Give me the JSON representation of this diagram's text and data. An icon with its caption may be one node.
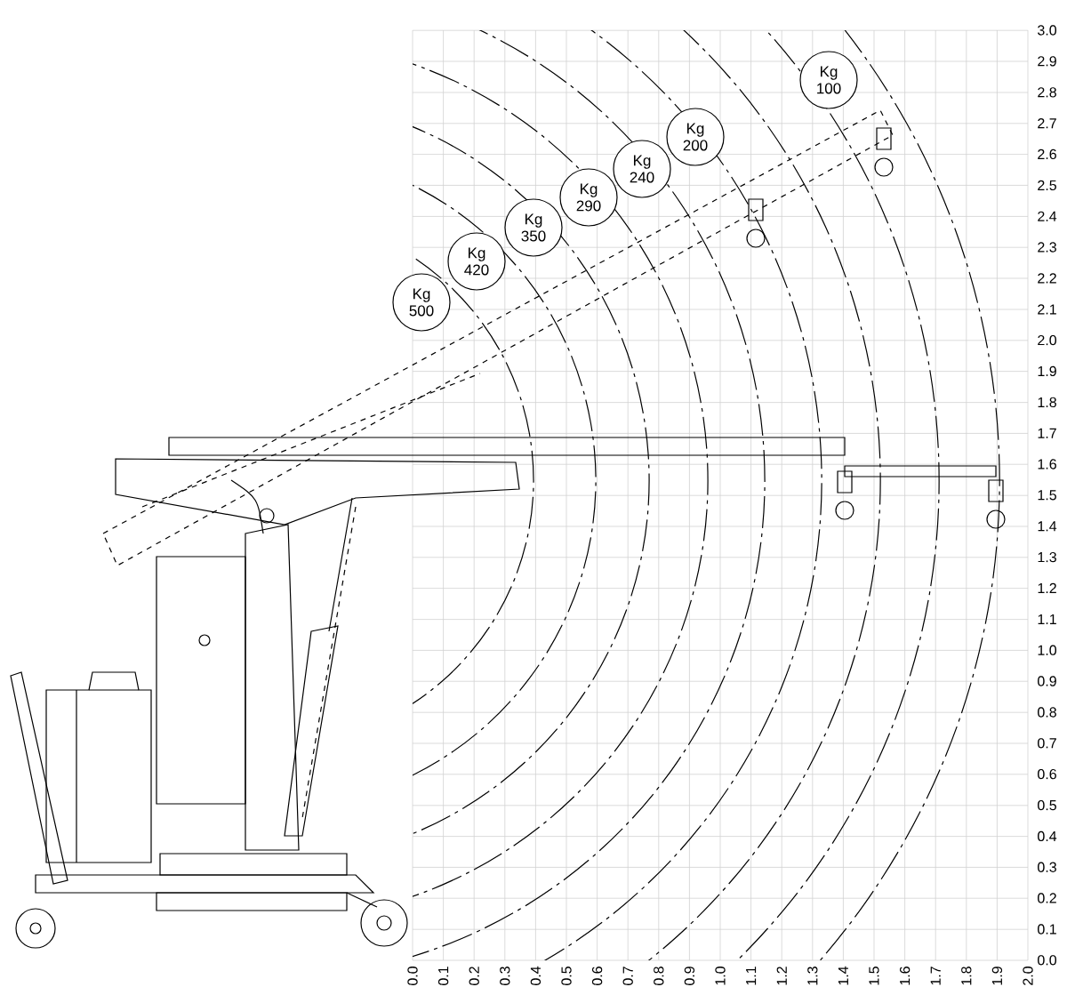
{
  "diagram": {
    "nodes": [
      {
        "text": [
          "Kg 500"
        ]
      },
      {
        "text": [
          "Kg 420"
        ]
      },
      {
        "text": [
          "Kg 350"
        ]
      },
      {
        "text": [
          "Kg 290"
        ]
      },
      {
        "text": [
          "Kg 240"
        ]
      },
      {
        "text": [
          "Kg 200"
        ]
      },
      {
        "text": [
          "Kg 100"
        ]
      }
    ],
    "labels": [
      "3.0",
      "2.9",
      "2.8",
      "2.7",
      "2.6",
      "2.5",
      "2.4",
      "2.3",
      "2.2",
      "2.1",
      "2.0",
      "1.9",
      "1.8",
      "1.7",
      "1.6",
      "1.5",
      "1.4",
      "1.3",
      "1.2",
      "1.1",
      "1.0",
      "0.9",
      "0.8",
      "0.7",
      "0.6",
      "0.5",
      "0.4",
      "0.3",
      "0.2",
      "0.1",
      "0.0",
      "0.0",
      "0.1",
      "0.2",
      "0.3",
      "0.4",
      "0.5",
      "0.6",
      "0.7",
      "0.8",
      "0.9",
      "1.0",
      "1.1",
      "1.2",
      "1.3",
      "1.4",
      "1.5",
      "1.6",
      "1.7",
      "1.8",
      "1.9",
      "2.0"
    ]
  }
}
